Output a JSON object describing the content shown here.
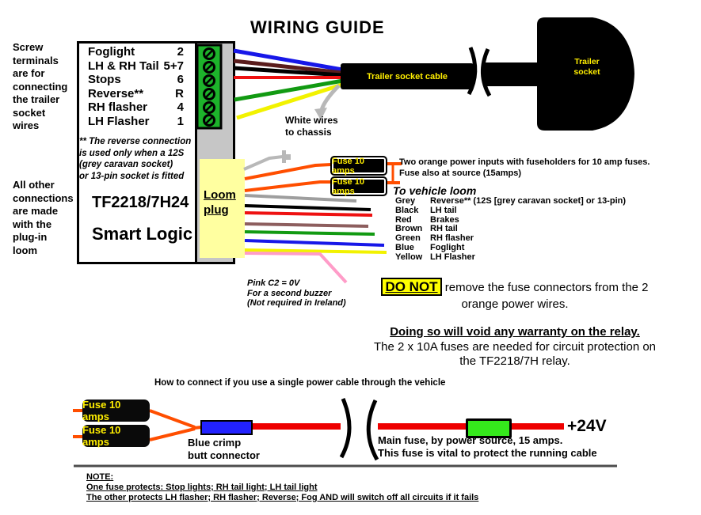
{
  "title": "WIRING GUIDE",
  "left_notes": {
    "screw_terminals": "Screw\nterminals\nare for\nconnecting\nthe trailer\nsocket\nwires",
    "other_connections": "All other\nconnections\nare made\nwith the\nplug-in\nloom"
  },
  "relay": {
    "terminals": [
      {
        "label": "Foglight",
        "pin": "2"
      },
      {
        "label": "LH & RH Tail",
        "pin": "5+7"
      },
      {
        "label": "Stops",
        "pin": "6"
      },
      {
        "label": "Reverse**",
        "pin": "R"
      },
      {
        "label": "RH flasher",
        "pin": "4"
      },
      {
        "label": "LH Flasher",
        "pin": "1"
      }
    ],
    "reverse_note": "** The reverse connection\nis used only when a 12S\n(grey caravan socket)\nor 13-pin socket is fitted",
    "model": "TF2218/7H24",
    "brand": "Smart Logic"
  },
  "loom_plug_label": "Loom\nplug",
  "trailer_cable_label": "Trailer socket cable",
  "trailer_socket_label": "Trailer\nsocket",
  "white_wires_note": "White wires\nto chassis",
  "fuse_label": "Fuse 10 amps",
  "fuse_note": "Two orange power inputs with fuseholders for 10 amp fuses.\nFuse also at source (15amps)",
  "vehicle_loom": {
    "heading": "To vehicle loom",
    "wires": [
      {
        "color": "Grey",
        "function": "Reverse**  (12S [grey caravan socket] or 13-pin)"
      },
      {
        "color": "Black",
        "function": "LH tail"
      },
      {
        "color": "Red",
        "function": "Brakes"
      },
      {
        "color": "Brown",
        "function": "RH tail"
      },
      {
        "color": "Green",
        "function": "RH flasher"
      },
      {
        "color": "Blue",
        "function": "Foglight"
      },
      {
        "color": "Yellow",
        "function": "LH Flasher"
      }
    ]
  },
  "pink_note": "Pink    C2 =  0V\nFor a second buzzer\n(Not required in Ireland)",
  "warning": {
    "do_not": "DO NOT",
    "line1_rest": " remove the fuse connectors from the 2",
    "line2": "orange power wires.",
    "warranty": "Doing so will void any warranty on the relay.",
    "detail1": "The 2 x 10A fuses are needed for circuit protection on",
    "detail2": "the TF2218/7H relay."
  },
  "bottom": {
    "heading": "How to connect if you use a single power cable through the vehicle",
    "crimp_label": "Blue crimp\nbutt connector",
    "voltage": "+24V",
    "main_fuse_note": "Main fuse, by power source, 15 amps.\nThis fuse is vital to protect the running cable",
    "note_title": " NOTE: ",
    "note1": "One fuse protects: Stop lights; RH tail light; LH tail light",
    "note2": "The other protects LH flasher; RH flasher; Reverse; Fog AND will switch off all circuits if it fails"
  },
  "colors": {
    "wire_orange": "#ff4e00",
    "wire_grey": "#9e9e9e",
    "wire_black": "#000000",
    "wire_red": "#ee1111",
    "wire_brown": "#8d5e5e",
    "wire_green": "#129a12",
    "wire_blue": "#1717e8",
    "wire_yellow": "#f2f200",
    "wire_pink": "#ff9cc8",
    "wire_maroon": "#5a1c1c",
    "terminal_block_green": "#1db32b",
    "loom_plug_yellow": "#ffffa0",
    "highlight_yellow": "#ffff00",
    "fuse_text_yellow": "#ffee00",
    "inline_fuse_green": "#35e81c",
    "crimp_blue": "#2222ff",
    "power_cable_red": "#ee0000"
  }
}
